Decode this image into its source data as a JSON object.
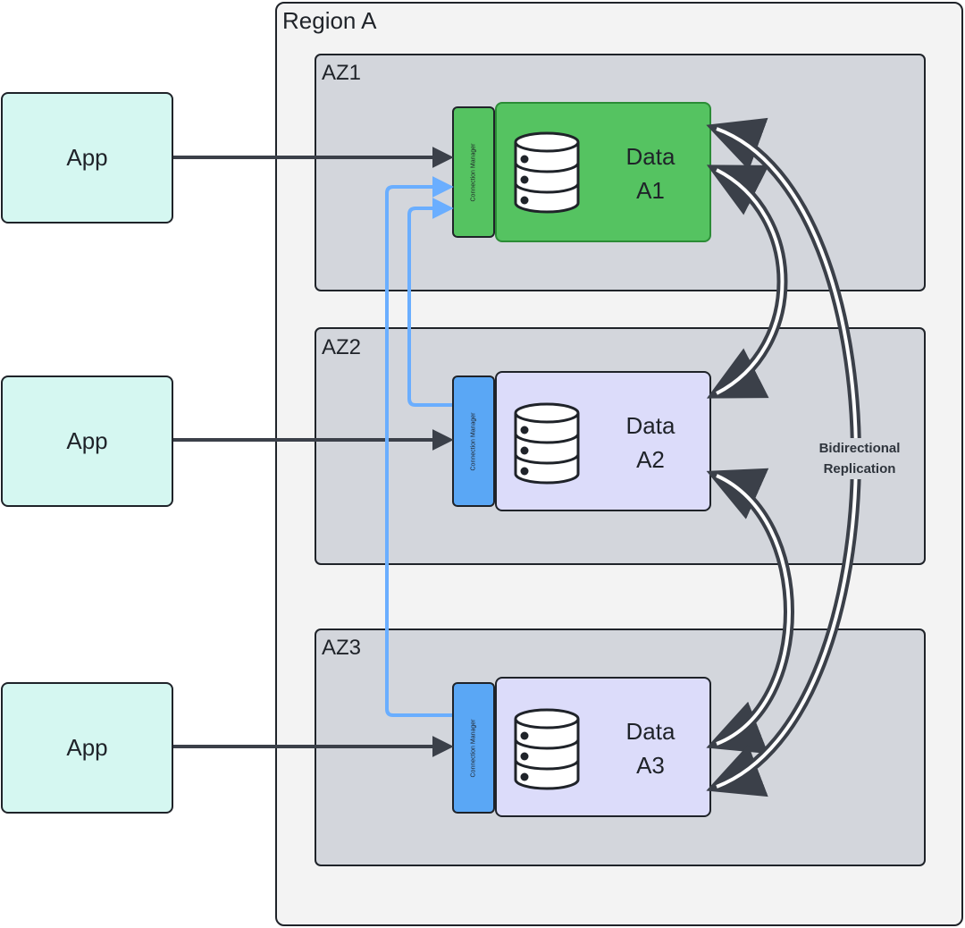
{
  "region": {
    "label": "Region A"
  },
  "zones": [
    {
      "label": "AZ1",
      "data_line1": "Data",
      "data_line2": "A1",
      "cm_label": "Connection Manager",
      "app_label": "App"
    },
    {
      "label": "AZ2",
      "data_line1": "Data",
      "data_line2": "A2",
      "cm_label": "Connection Manager",
      "app_label": "App"
    },
    {
      "label": "AZ3",
      "data_line1": "Data",
      "data_line2": "A3",
      "cm_label": "Connection Manager",
      "app_label": "App"
    }
  ],
  "replication": {
    "line1": "Bidirectional",
    "line2": "Replication"
  },
  "colors": {
    "primary": "#55c361",
    "replica_box": "#dcdcfa",
    "connection_manager_replica": "#5aa7f5",
    "app": "#d5f7f1",
    "az": "#d3d6dc",
    "arrow": "#3b4049",
    "forward_arrow": "#6aaeff"
  }
}
